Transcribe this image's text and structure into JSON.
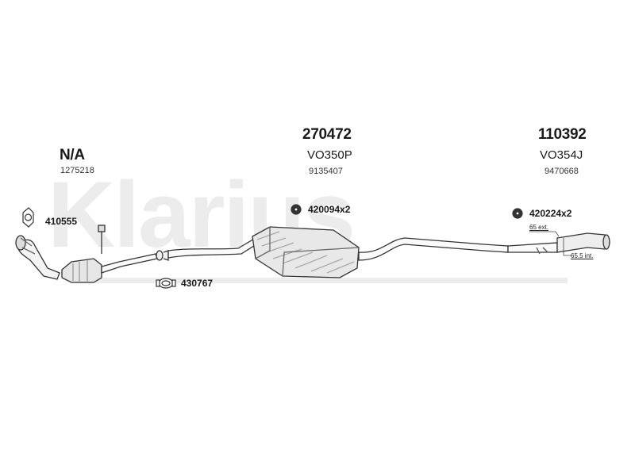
{
  "watermark": "Klarius",
  "sections": {
    "front": {
      "title": "N/A",
      "ref": "1275218"
    },
    "middle": {
      "title": "270472",
      "code": "VO350P",
      "ref": "9135407"
    },
    "rear": {
      "title": "110392",
      "code": "VO354J",
      "ref": "9470668"
    }
  },
  "parts": {
    "gasket_front": "410555",
    "clamp_front": "430767",
    "mount_middle": "420094x2",
    "mount_rear": "420224x2"
  },
  "dimensions": {
    "ext": "65 ext.",
    "int": "65.5 int."
  }
}
